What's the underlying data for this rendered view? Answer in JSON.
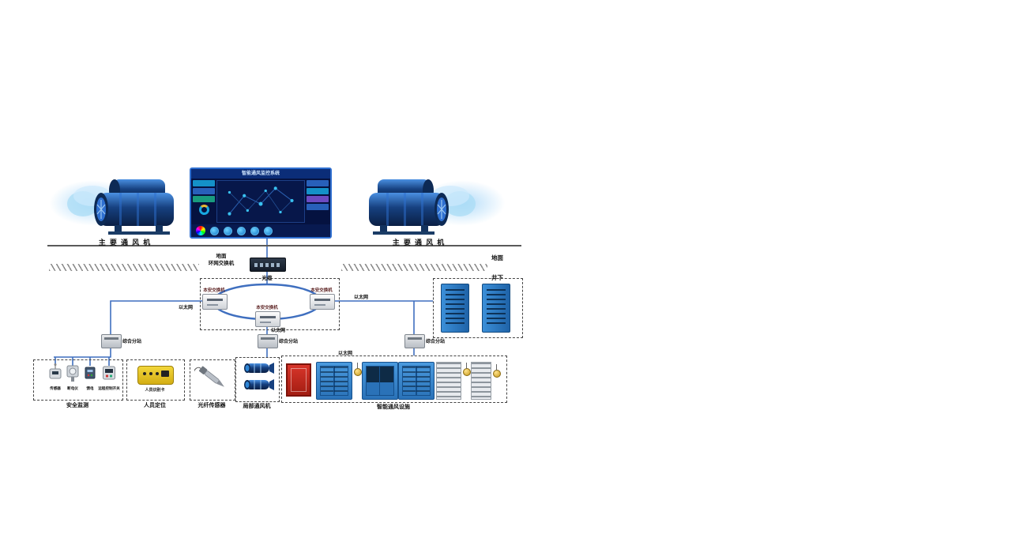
{
  "fans": {
    "left_label": "主 要 通 风 机",
    "right_label": "主 要 通 风 机"
  },
  "monitor": {
    "title": "智能通风监控系统"
  },
  "surface": {
    "ground": "地面",
    "underground": "井下"
  },
  "backbone": {
    "switch_name_line1": "地面",
    "switch_name_line2": "环网交换机",
    "fiber": "光缆"
  },
  "ring": {
    "switches": [
      "本安交换机",
      "本安交换机",
      "本安交换机"
    ]
  },
  "ethernet": [
    "以太网",
    "以太网",
    "以太网",
    "以太网"
  ],
  "substations": [
    "综合分站",
    "综合分站",
    "综合分站"
  ],
  "groups": {
    "safety": {
      "label": "安全监测",
      "devices": [
        "传感器",
        "断电仪",
        "馈电",
        "远程控制开关"
      ]
    },
    "personnel": {
      "label": "人员定位",
      "card": "人员识别卡"
    },
    "fiber_sensor": {
      "label": "光纤传感器"
    },
    "local_fan": {
      "label": "局部通风机"
    },
    "smart_vent": {
      "label": "智能通风设施"
    }
  }
}
